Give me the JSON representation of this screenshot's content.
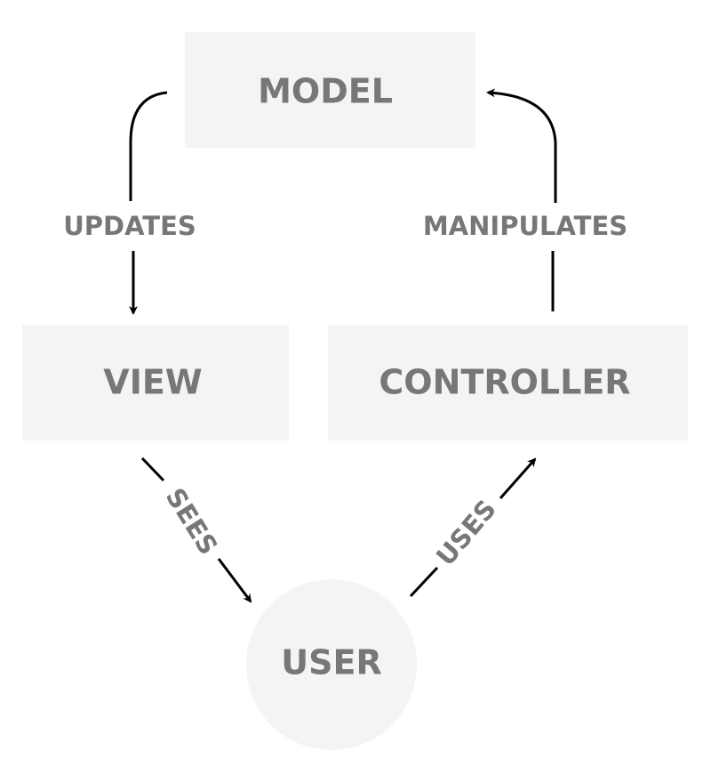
{
  "nodes": {
    "model": "MODEL",
    "view": "VIEW",
    "controller": "CONTROLLER",
    "user": "USER"
  },
  "edges": {
    "updates": "UPDATES",
    "manipulates": "MANIPULATES",
    "sees": "SEES",
    "uses": "USES"
  },
  "colors": {
    "node_fill": "#f4f4f4",
    "text": "#777777",
    "arrow": "#000000"
  }
}
